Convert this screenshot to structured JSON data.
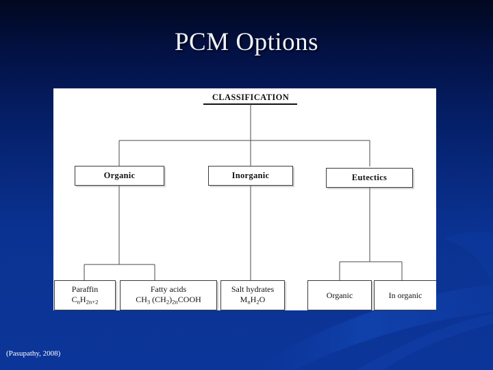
{
  "slide": {
    "title": "PCM Options",
    "citation": "(Pasupathy, 2008)",
    "background_top_color": "#02081f",
    "background_bottom_color": "#0c359a",
    "title_color": "#eef2ff",
    "panel_color": "#ffffff"
  },
  "diagram": {
    "heading": "CLASSIFICATION",
    "level1": [
      {
        "label": "Organic"
      },
      {
        "label": "Inorganic"
      },
      {
        "label": "Eutectics"
      }
    ],
    "level2": [
      {
        "label": "Paraffin",
        "formula_prefix": "C",
        "formula": "CnH2n+2",
        "parent": "Organic"
      },
      {
        "label": "Fatty acids",
        "formula": "CH3 (CH2)2nCOOH",
        "parent": "Organic"
      },
      {
        "label": "Salt hydrates",
        "formula": "MnH2O",
        "parent": "Inorganic"
      },
      {
        "label": "Organic",
        "formula": "",
        "parent": "Eutectics"
      },
      {
        "label": "In organic",
        "formula": "",
        "parent": "Eutectics"
      }
    ]
  }
}
